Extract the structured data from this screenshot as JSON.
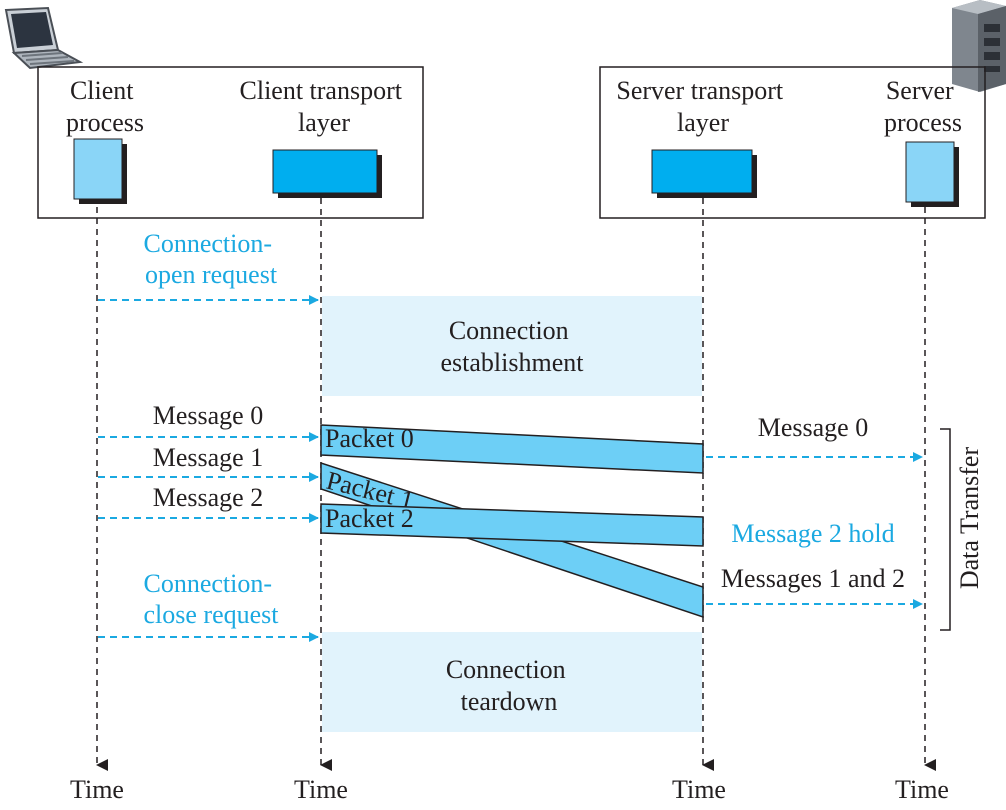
{
  "colors": {
    "text": "#231f20",
    "accent": "#1ba9e1",
    "packet_fill": "#6dcff6",
    "transport_box": "#00aeef",
    "process_box": "#8ad5f7",
    "phase_shade": "#e1f3fc"
  },
  "icons": {
    "client": "laptop-icon",
    "server": "server-tower-icon"
  },
  "headers": {
    "client_process": [
      "Client",
      "process"
    ],
    "client_transport": [
      "Client transport",
      "layer"
    ],
    "server_transport": [
      "Server transport",
      "layer"
    ],
    "server_process": [
      "Server",
      "process"
    ]
  },
  "timelines": [
    "Time",
    "Time",
    "Time",
    "Time"
  ],
  "requests": {
    "open": [
      "Connection-",
      "open request"
    ],
    "close": [
      "Connection-",
      "close request"
    ]
  },
  "phases": {
    "establishment": [
      "Connection",
      "establishment"
    ],
    "teardown": [
      "Connection",
      "teardown"
    ]
  },
  "client_messages": [
    "Message  0",
    "Message  1",
    "Message  2"
  ],
  "packets": [
    "Packet 0",
    "Packet 1",
    "Packet 2"
  ],
  "server_events": {
    "deliver_0": "Message  0",
    "hold": "Message 2 hold",
    "deliver_1_2": "Messages 1 and 2"
  },
  "bracket_label": "Data Transfer"
}
